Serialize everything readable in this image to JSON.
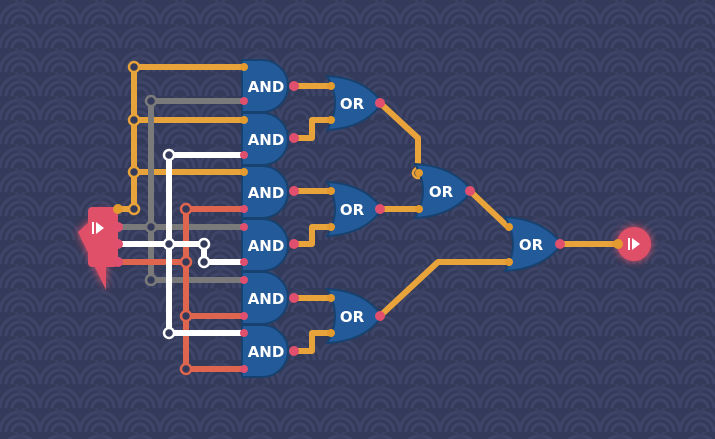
{
  "colors": {
    "background": "#343a59",
    "pattern": "#3d4466",
    "gate_fill": "#235a9a",
    "gate_outline": "#17426f",
    "wire_orange": "#e8a33a",
    "wire_gray": "#7a7a7a",
    "wire_white": "#ffffff",
    "wire_red": "#e0654f",
    "pin_red": "#e04f6e",
    "pin_orange": "#e39a2f",
    "terminal": "#e05068"
  },
  "gates": {
    "and_1": "AND",
    "and_2": "AND",
    "and_3": "AND",
    "and_4": "AND",
    "and_5": "AND",
    "and_6": "AND",
    "or_1": "OR",
    "or_2": "OR",
    "or_3": "OR",
    "or_4": "OR",
    "or_5": "OR"
  },
  "terminals": {
    "input_icon": "play-icon",
    "output_icon": "play-icon"
  }
}
